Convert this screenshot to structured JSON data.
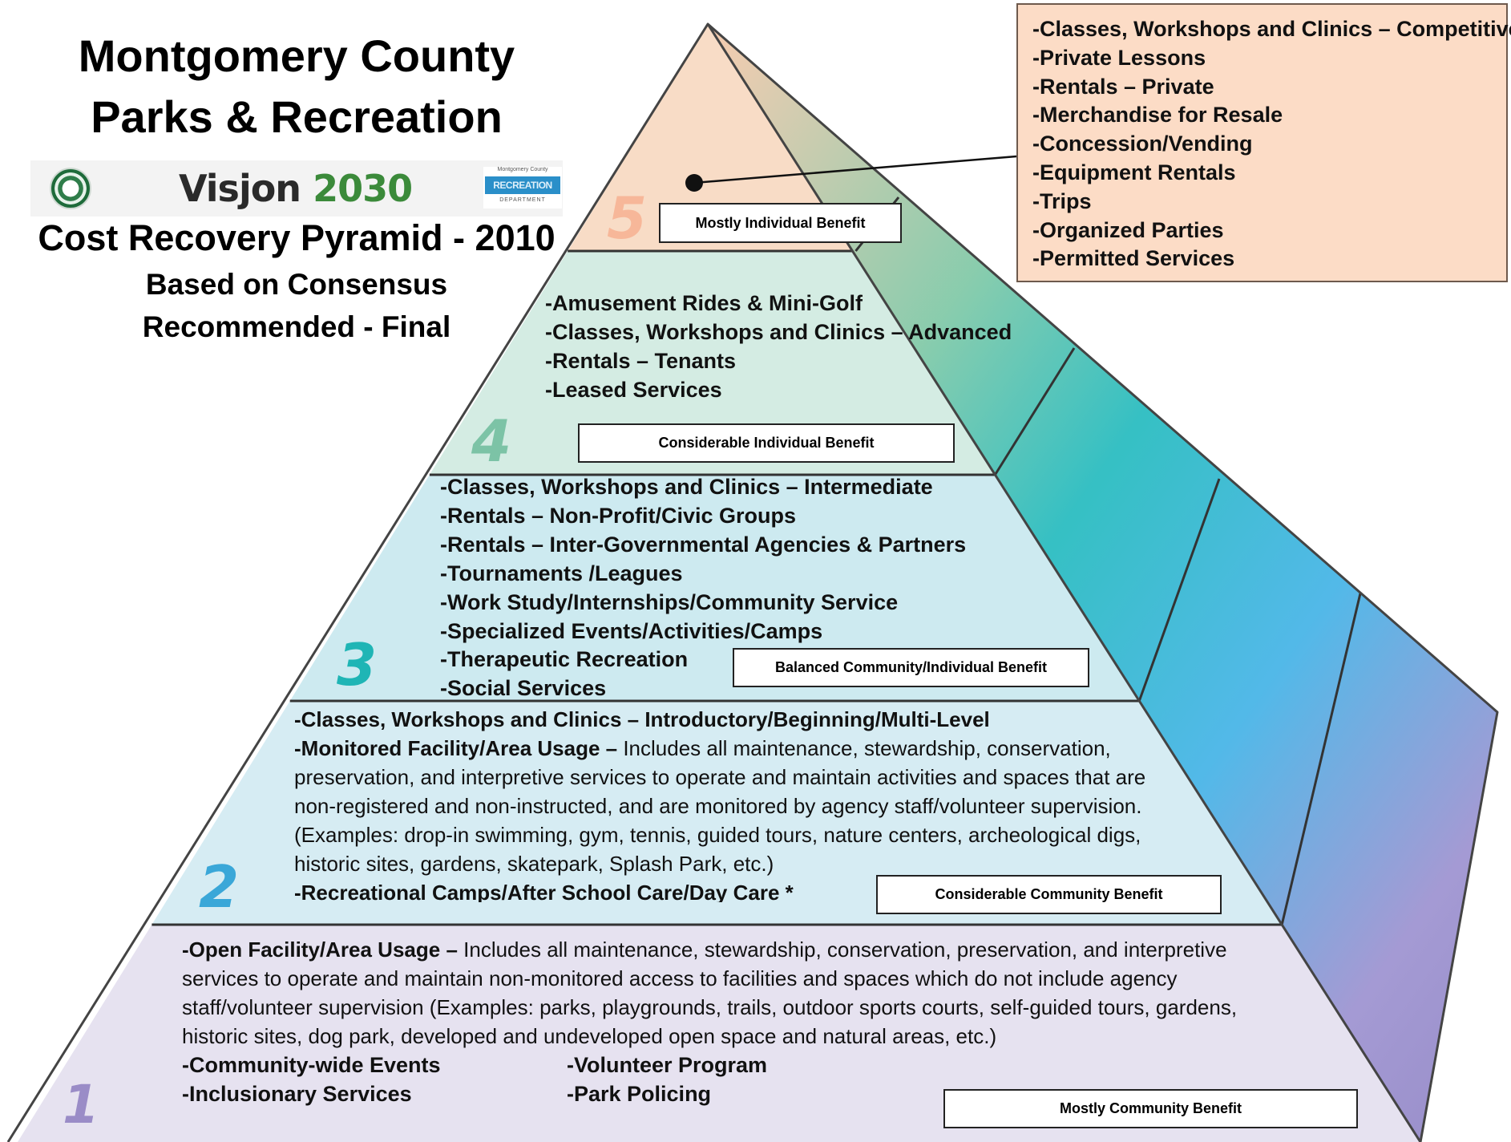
{
  "header": {
    "title_line1": "Montgomery County",
    "title_line2": "Parks & Recreation",
    "subtitle": "Cost Recovery Pyramid - 2010",
    "note_line1": "Based on Consensus",
    "note_line2": "Recommended - Final"
  },
  "logos": {
    "vision_text": "Visjon ",
    "vision_year": "2030",
    "dept_top": "Montgomery County",
    "dept_mid": "RECREATION",
    "dept_bot": "DEPARTMENT"
  },
  "colors": {
    "tier5": "#f8dcc6",
    "tier4": "#d4ece3",
    "tier3": "#cdeaf0",
    "tier2": "#d6ecf3",
    "tier1": "#e6e2f0",
    "num5": "#f7b799",
    "num4": "#7cc3a6",
    "num3": "#1fb5b5",
    "num2": "#3aa7d8",
    "num1": "#9a8cc7",
    "callout_bg": "#fcdcc6"
  },
  "tiers": {
    "tier5": {
      "number": "5",
      "benefit": "Mostly Individual Benefit",
      "items": [
        "-Classes, Workshops and Clinics – Competitive",
        "-Private Lessons",
        "-Rentals – Private",
        "-Merchandise for Resale",
        "-Concession/Vending",
        "-Equipment Rentals",
        "-Trips",
        "-Organized Parties",
        "-Permitted Services"
      ]
    },
    "tier4": {
      "number": "4",
      "benefit": "Considerable Individual Benefit",
      "items": [
        "-Amusement Rides & Mini-Golf",
        "-Classes, Workshops and Clinics – Advanced",
        "-Rentals – Tenants",
        "-Leased Services"
      ]
    },
    "tier3": {
      "number": "3",
      "benefit": "Balanced Community/Individual Benefit",
      "items": [
        "-Classes, Workshops and Clinics – Intermediate",
        "-Rentals – Non-Profit/Civic Groups",
        "-Rentals – Inter-Governmental Agencies & Partners",
        "-Tournaments /Leagues",
        "-Work Study/Internships/Community Service",
        "-Specialized Events/Activities/Camps",
        "-Therapeutic Recreation",
        "-Social Services"
      ]
    },
    "tier2": {
      "number": "2",
      "benefit": "Considerable Community Benefit",
      "item1": "-Classes, Workshops and Clinics – Introductory/Beginning/Multi-Level",
      "item2_bold": "-Monitored Facility/Area Usage –",
      "item2_text": " Includes all maintenance, stewardship, conservation, preservation, and interpretive services to operate and maintain activities and spaces that are non-registered and non-instructed, and are monitored by agency staff/volunteer supervision. (Examples: drop-in swimming, gym, tennis, guided tours, nature centers, archeological digs, historic sites, gardens, skatepark, Splash Park, etc.)",
      "item3": "-Recreational Camps/After School Care/Day Care *"
    },
    "tier1": {
      "number": "1",
      "benefit": "Mostly Community Benefit",
      "item1_bold": "-Open Facility/Area Usage –",
      "item1_text": " Includes all maintenance, stewardship, conservation, preservation, and interpretive services to operate and maintain non-monitored access to facilities and spaces which do not include agency staff/volunteer supervision (Examples: parks, playgrounds, trails, outdoor sports courts, self-guided tours, gardens, historic sites, dog park, developed and undeveloped open space and natural areas, etc.)",
      "col1": [
        "-Community-wide Events",
        "-Inclusionary Services"
      ],
      "col2": [
        "-Volunteer Program",
        "-Park Policing"
      ]
    }
  }
}
